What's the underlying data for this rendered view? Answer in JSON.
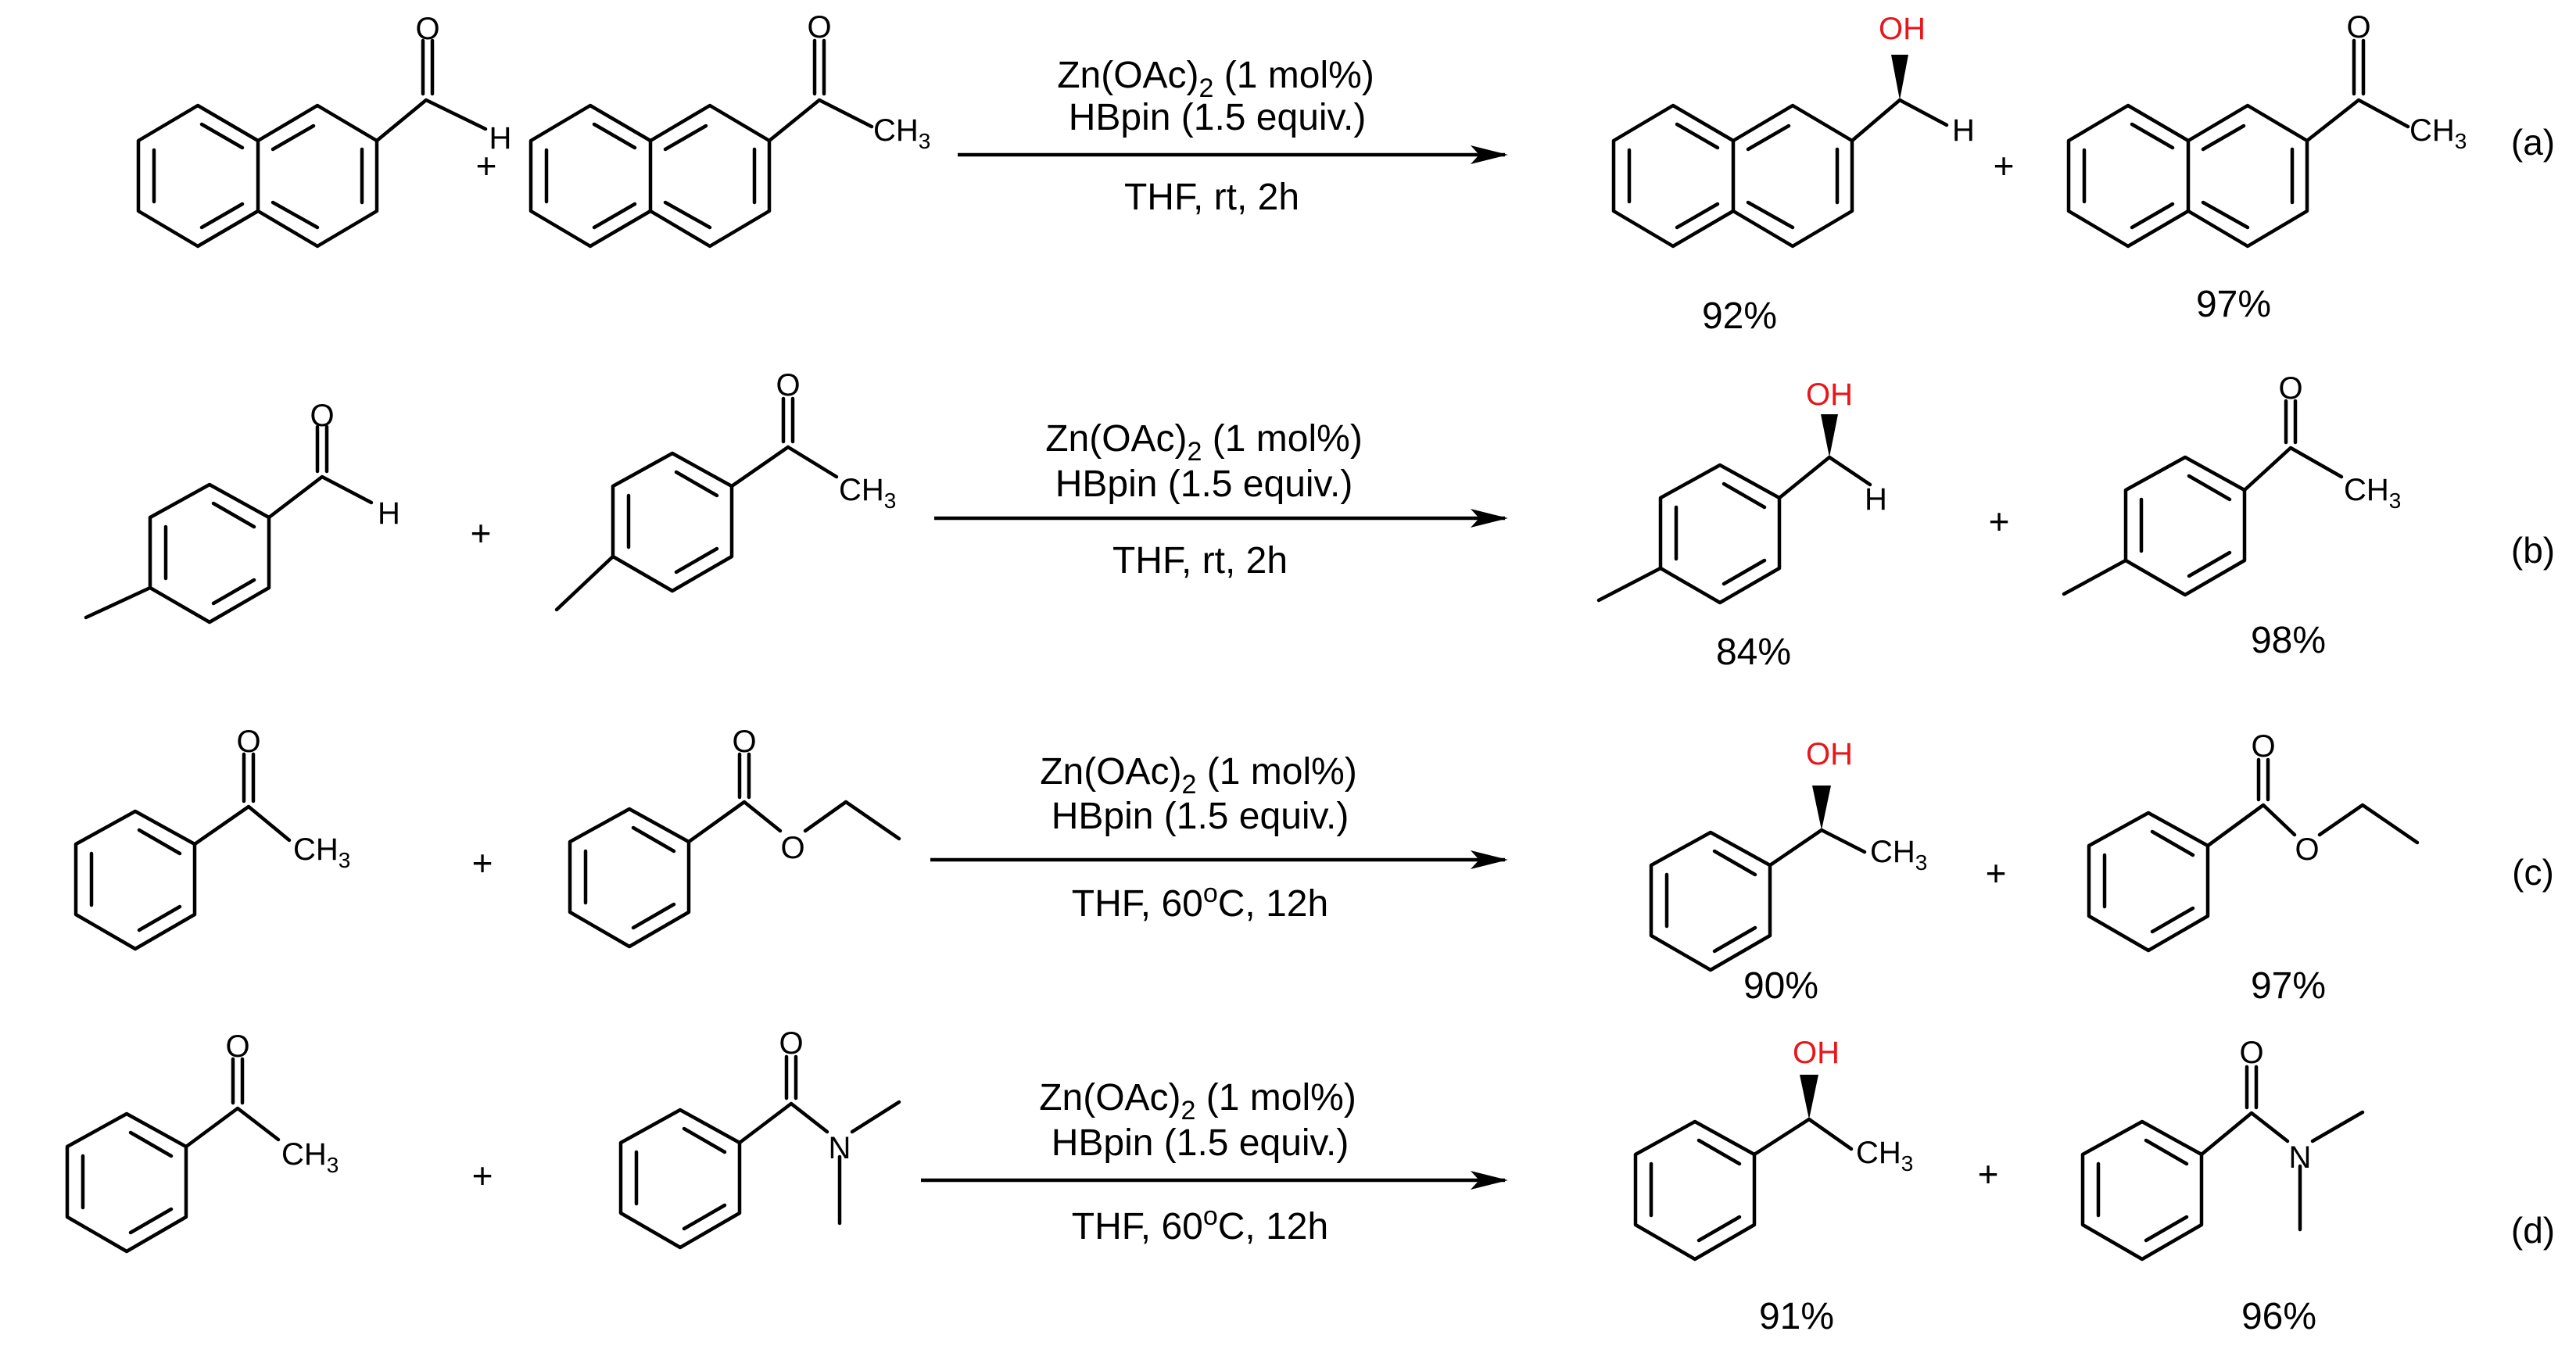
{
  "colors": {
    "bond": "#000000",
    "text": "#000000",
    "hydroxyl": "#e8161b",
    "background": "#ffffff"
  },
  "atoms": {
    "O": "O",
    "OH": "OH",
    "H": "H",
    "N": "N",
    "CH": "CH",
    "sub3": "3"
  },
  "plus": "+",
  "reactions": [
    {
      "label": "(a)",
      "cond_zn": "Zn(OAc)",
      "cond_zn_sub": "2",
      "cond_zn_rest": " (1 mol%)",
      "cond_hbpin": "HBpin (1.5 equiv.)",
      "cond_solvent": "THF,  rt,  2h",
      "cond_temp_sup": "",
      "cond_time": "",
      "yield1": "92%",
      "yield2": "97%"
    },
    {
      "label": "(b)",
      "cond_zn": "Zn(OAc)",
      "cond_zn_sub": "2",
      "cond_zn_rest": " (1 mol%)",
      "cond_hbpin": "HBpin (1.5 equiv.)",
      "cond_solvent": "THF,  rt,  2h",
      "cond_temp_sup": "",
      "cond_time": "",
      "yield1": "84%",
      "yield2": "98%"
    },
    {
      "label": "(c)",
      "cond_zn": "Zn(OAc)",
      "cond_zn_sub": "2",
      "cond_zn_rest": " (1 mol%)",
      "cond_hbpin": "HBpin (1.5 equiv.)",
      "cond_solvent": "THF,  60",
      "cond_temp_sup": "o",
      "cond_time": "C,  12h",
      "yield1": "90%",
      "yield2": "97%"
    },
    {
      "label": "(d)",
      "cond_zn": "Zn(OAc)",
      "cond_zn_sub": "2",
      "cond_zn_rest": " (1 mol%)",
      "cond_hbpin": "HBpin (1.5 equiv.)",
      "cond_solvent": "THF,  60",
      "cond_temp_sup": "o",
      "cond_time": "C,  12h",
      "yield1": "91%",
      "yield2": "96%"
    }
  ]
}
